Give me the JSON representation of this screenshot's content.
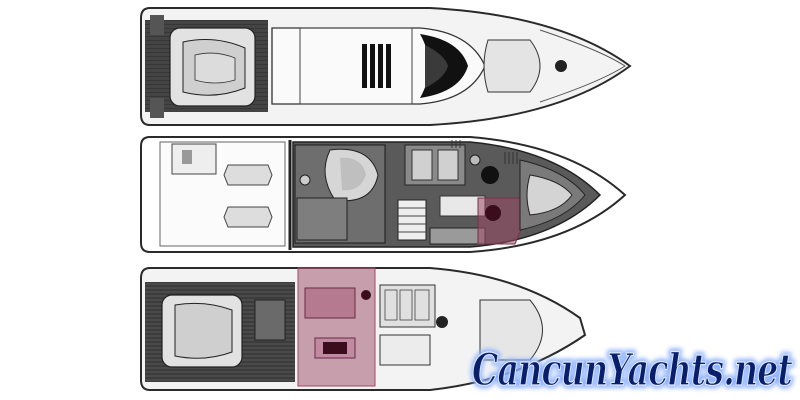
{
  "colors": {
    "background": "#ffffff",
    "hull_outline": "#2a2a2a",
    "deck_fill": "#f2f2f2",
    "cushion": "#d9d9d9",
    "teak": "#3a3a3a",
    "interior_dark": "#4a4a4a",
    "interior_mid": "#8c8c8c",
    "highlight": "#9c4a66",
    "watermark_fill": "#0a1f6b",
    "watermark_glow": "#8fb2ff"
  },
  "diagram": {
    "views": [
      "upper-deck-plan",
      "lower-deck-plan",
      "main-deck-plan"
    ],
    "highlighted_areas": [
      "lower-deck-cabin",
      "main-deck-saloon"
    ]
  },
  "watermark": {
    "text": "CancunYachts.net"
  }
}
